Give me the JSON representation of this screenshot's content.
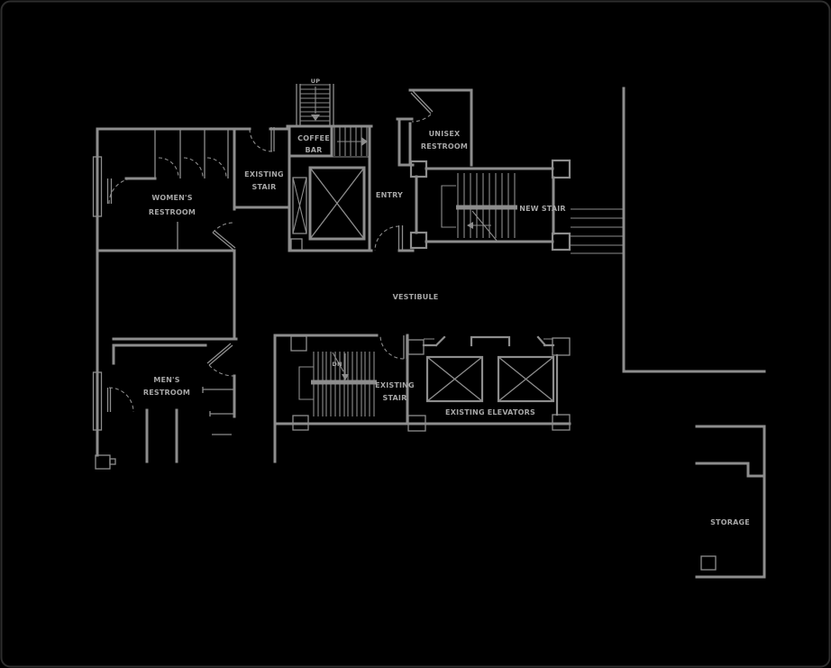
{
  "colors": {
    "background": "#000000",
    "wall": "#8d8d8d",
    "text": "#a6a6a6",
    "frame": "#2e2e2e"
  },
  "plan": {
    "labels": {
      "up": "UP",
      "dn": "DN",
      "coffee_bar": {
        "line1": "COFFEE",
        "line2": "BAR"
      },
      "existing_stair_top": {
        "line1": "EXISTING",
        "line2": "STAIR"
      },
      "womens_restroom": {
        "line1": "WOMEN'S",
        "line2": "RESTROOM"
      },
      "unisex_restroom": {
        "line1": "UNISEX",
        "line2": "RESTROOM"
      },
      "entry": "ENTRY",
      "new_stair": "NEW STAIR",
      "vestibule": "VESTIBULE",
      "mens_restroom": {
        "line1": "MEN'S",
        "line2": "RESTROOM"
      },
      "existing_stair_bottom": {
        "line1": "EXISTING",
        "line2": "STAIR"
      },
      "existing_elevators": "EXISTING ELEVATORS",
      "storage": "STORAGE"
    }
  }
}
